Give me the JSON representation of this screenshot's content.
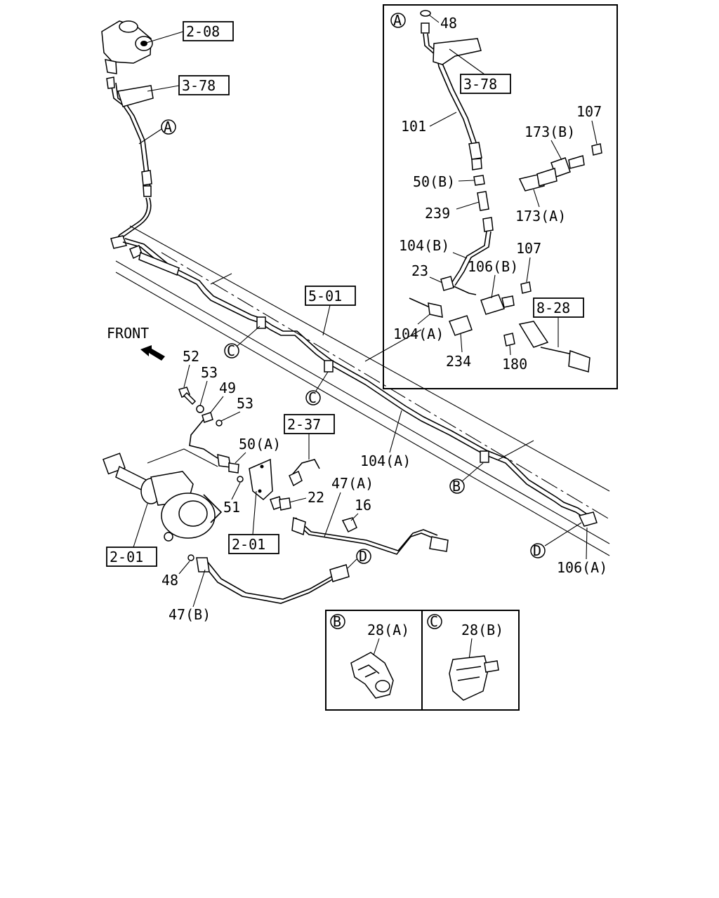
{
  "front_label": "FRONT",
  "callouts": [
    {
      "id": "ref-2-08",
      "text": "2-08"
    },
    {
      "id": "ref-3-78-main",
      "text": "3-78"
    },
    {
      "id": "ref-5-01",
      "text": "5-01"
    },
    {
      "id": "ref-2-37",
      "text": "2-37"
    },
    {
      "id": "ref-2-01-a",
      "text": "2-01"
    },
    {
      "id": "ref-2-01-b",
      "text": "2-01"
    },
    {
      "id": "ref-3-78-inset",
      "text": "3-78"
    },
    {
      "id": "ref-8-28",
      "text": "8-28"
    }
  ],
  "circle_markers": {
    "A": "A",
    "B": "B",
    "C": "C",
    "D": "D"
  },
  "labels": {
    "p52": "52",
    "p53a": "53",
    "p49": "49",
    "p53b": "53",
    "p50a": "50(A)",
    "p51": "51",
    "p22": "22",
    "p16": "16",
    "p47a": "47(A)",
    "p104a": "104(A)",
    "p48": "48",
    "p47b": "47(B)",
    "p106a": "106(A)"
  },
  "inset_a": {
    "marker": "A",
    "labels": {
      "p48": "48",
      "p101": "101",
      "p107a": "107",
      "p173b": "173(B)",
      "p50b": "50(B)",
      "p239": "239",
      "p173a": "173(A)",
      "p104b": "104(B)",
      "p107b": "107",
      "p23": "23",
      "p106b": "106(B)",
      "p104a": "104(A)",
      "p234": "234",
      "p180": "180"
    }
  },
  "inset_b": {
    "marker": "B",
    "label": "28(A)"
  },
  "inset_c": {
    "marker": "C",
    "label": "28(B)"
  }
}
